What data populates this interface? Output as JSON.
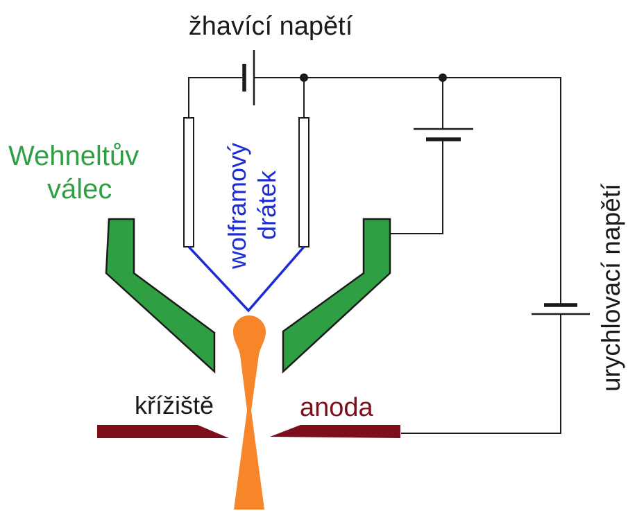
{
  "labels": {
    "heating_voltage": "žhavící napětí",
    "wehnelt_line1": "Wehneltův",
    "wehnelt_line2": "válec",
    "filament_line1": "wolframový",
    "filament_line2": "drátek",
    "crossover": "křížiště",
    "anode": "anoda",
    "accelerating_voltage": "urychlovací napětí"
  },
  "colors": {
    "wehnelt": "#2ea043",
    "filament": "#1c2bd6",
    "beam": "#f7862a",
    "anode": "#7d0f1b",
    "wire": "#1a1a1a",
    "text": "#1a1a1a"
  }
}
